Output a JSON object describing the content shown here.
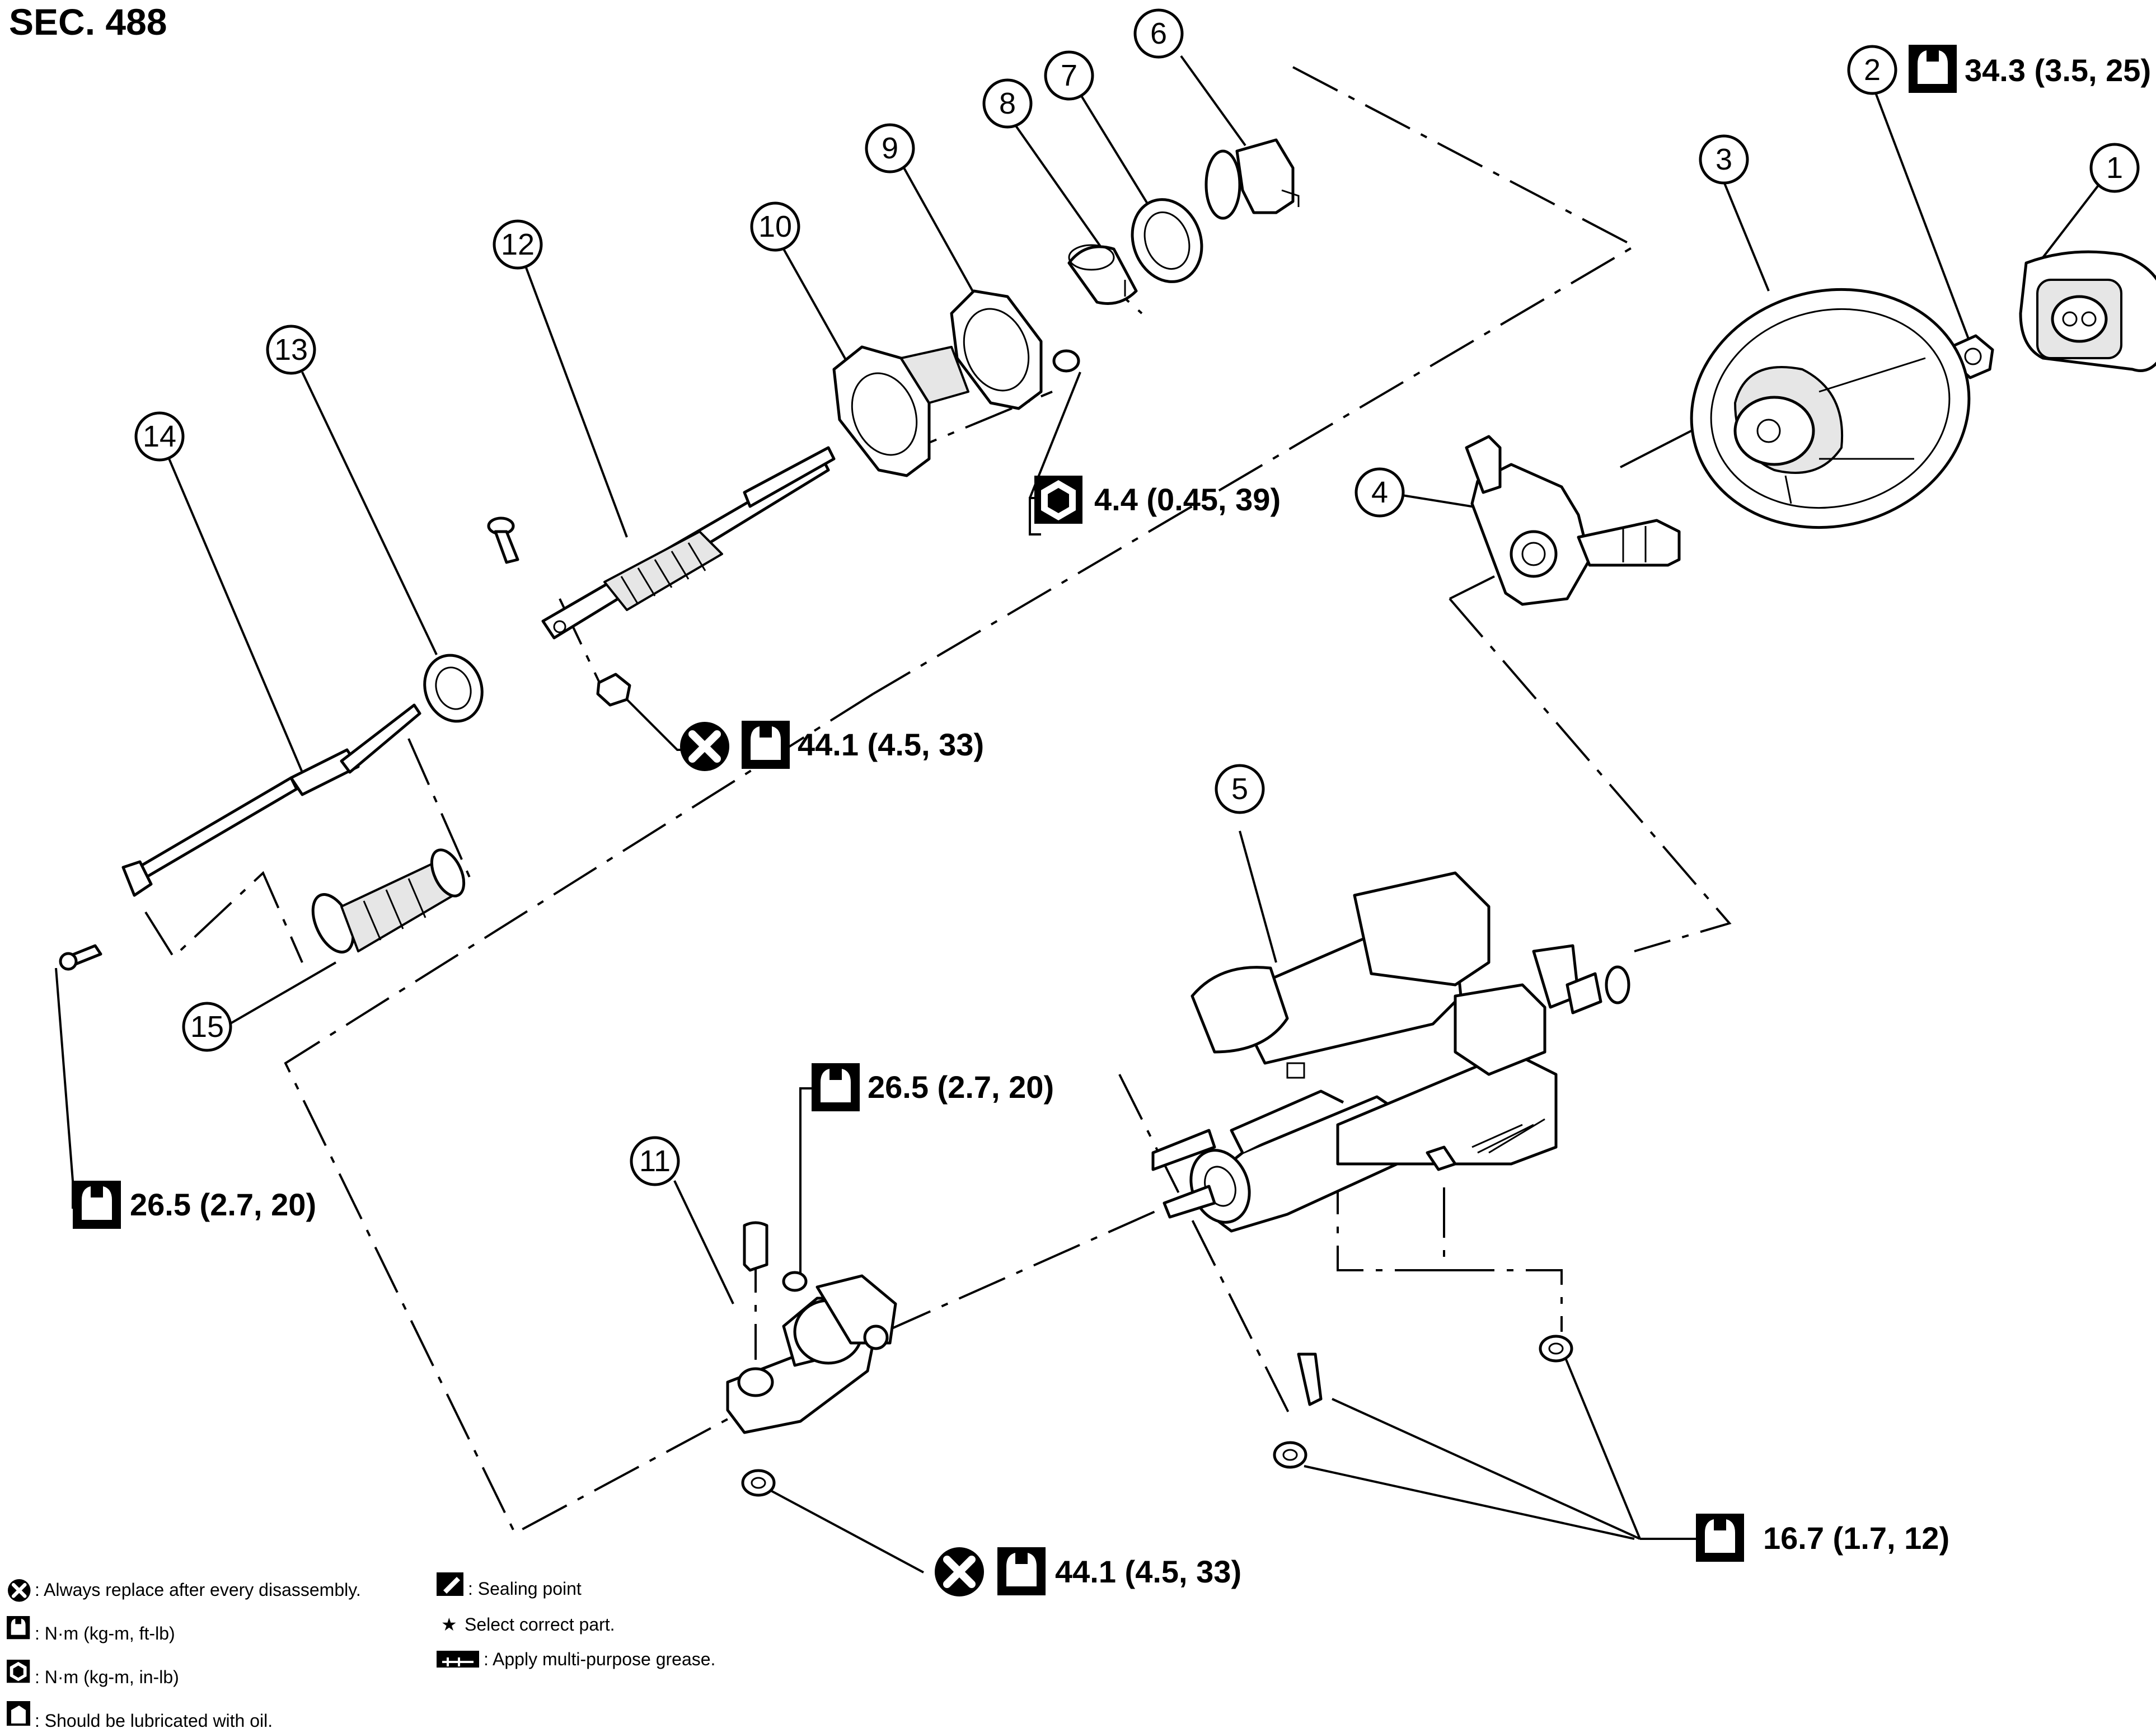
{
  "section": "SEC. 488",
  "callouts": {
    "c1": "1",
    "c2": "2",
    "c3": "3",
    "c4": "4",
    "c5": "5",
    "c6": "6",
    "c7": "7",
    "c8": "8",
    "c9": "9",
    "c10": "10",
    "c11": "11",
    "c12": "12",
    "c13": "13",
    "c14": "14",
    "c15": "15"
  },
  "torques": {
    "t1": "34.3 (3.5, 25)",
    "t2": "4.4 (0.45, 39)",
    "t3": "44.1 (4.5, 33)",
    "t4": "26.5 (2.7, 20)",
    "t5": "26.5 (2.7, 20)",
    "t6": "16.7 (1.7, 12)",
    "t7": "44.1 (4.5, 33)"
  },
  "legend": {
    "replace": ": Always replace after every disassembly.",
    "nm_ftlb": ": N·m (kg-m, ft-lb)",
    "nm_inlb": ": N·m (kg-m, in-lb)",
    "oil": ": Should be lubricated with oil.",
    "sealing": ": Sealing point",
    "select": "Select correct part.",
    "grease": ": Apply multi-purpose grease."
  },
  "legend_star": "★"
}
